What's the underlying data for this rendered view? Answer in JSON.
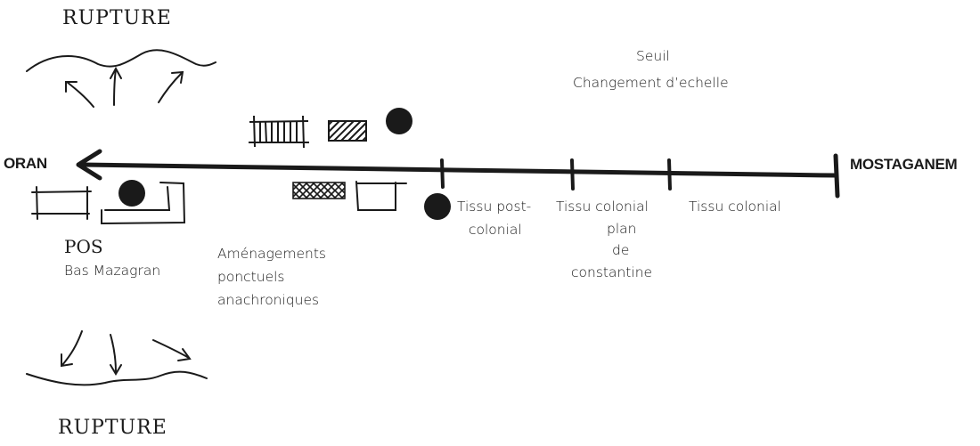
{
  "endpoints": {
    "left": "ORAN",
    "right": "MOSTAGANEM"
  },
  "rupture": {
    "top": "RUPTURE",
    "bottom": "RUPTURE"
  },
  "threshold": {
    "line1": "Seuil",
    "line2": "Changement d’echelle"
  },
  "pos": {
    "title": "POS",
    "subtitle": "Bas Mazagran"
  },
  "amenagements": [
    "Aménagements",
    "ponctuels",
    "anachroniques"
  ],
  "segments": [
    {
      "lines": [
        "Tissu post-",
        "colonial"
      ]
    },
    {
      "lines": [
        "Tissu colonial",
        "plan",
        "de",
        "constantine"
      ]
    },
    {
      "lines": [
        "Tissu colonial"
      ]
    }
  ],
  "colors": {
    "ink": "#1a1a1a",
    "background": "#ffffff"
  }
}
